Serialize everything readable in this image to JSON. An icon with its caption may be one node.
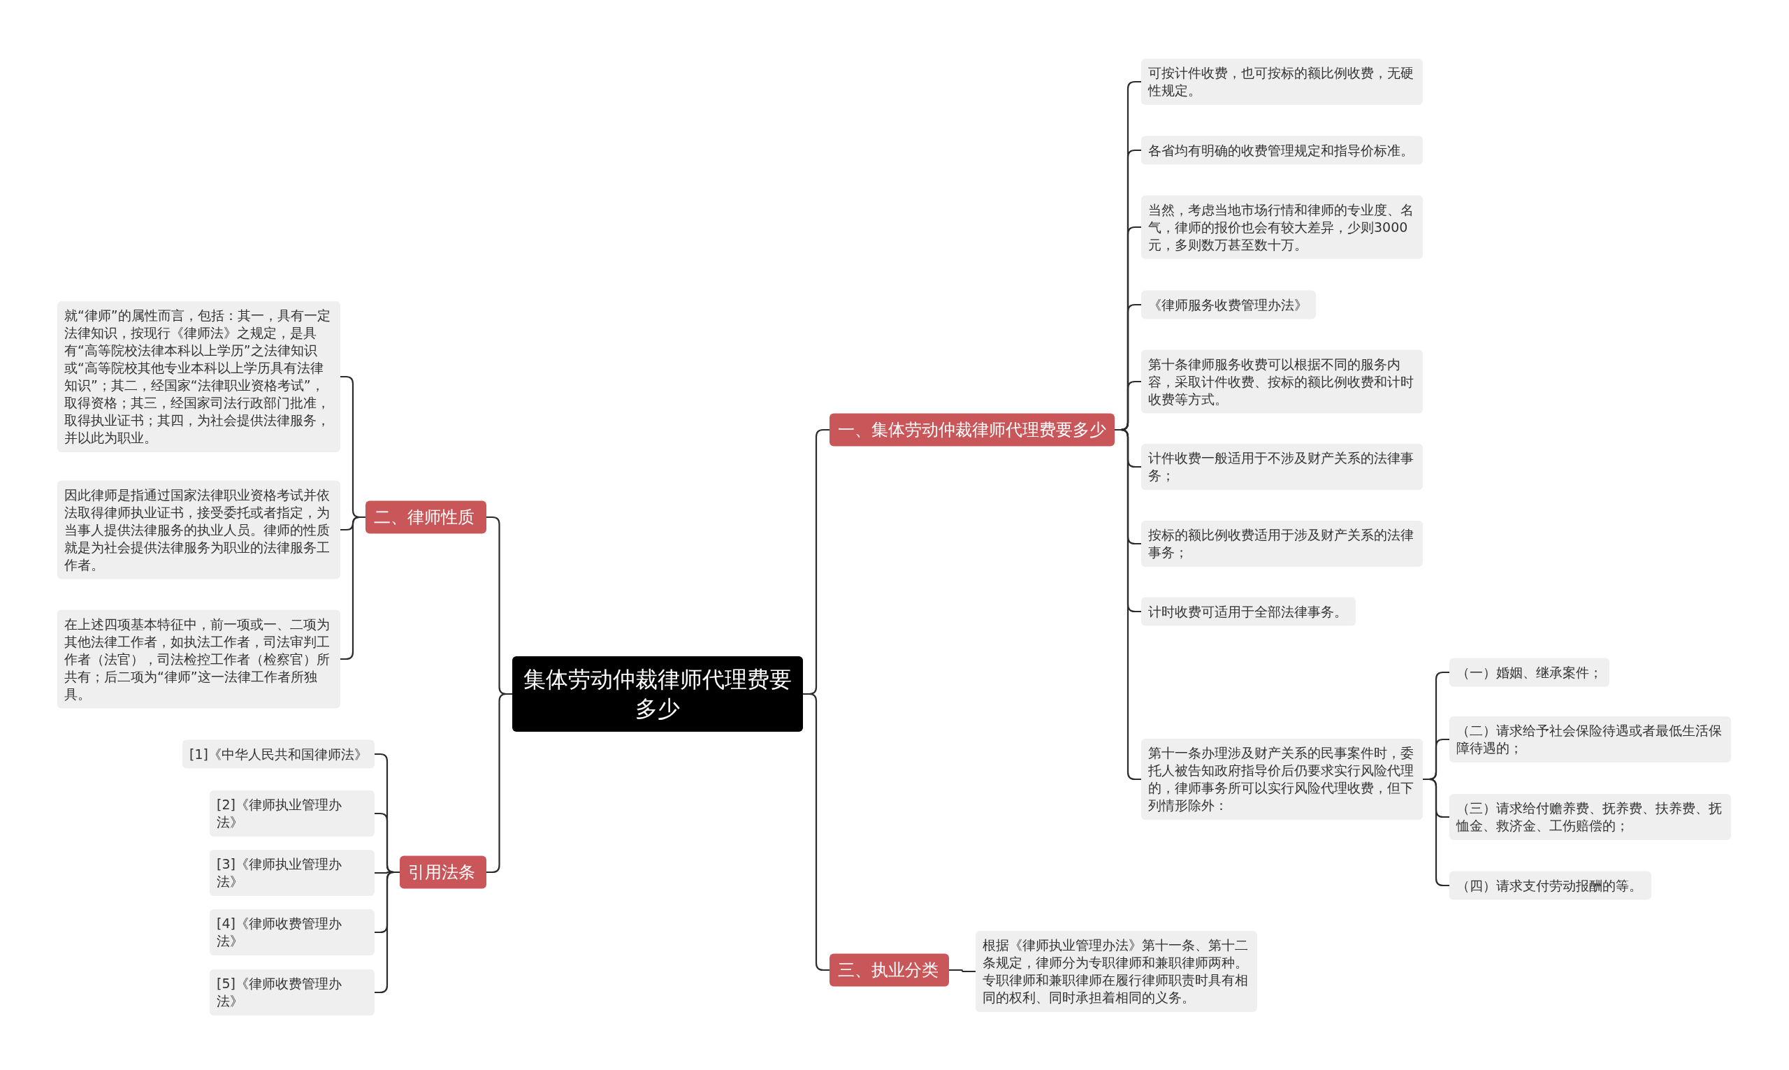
{
  "diagram": {
    "nodes": [
      {
        "text": [
          "集体劳动仲裁律师代理费要多少"
        ]
      },
      {
        "text": [
          "一、集体劳动仲裁律师代理费要多少"
        ]
      },
      {
        "text": [
          "可按计件收费，也可按标的额比例收费，无硬性规定。"
        ]
      },
      {
        "text": [
          "各省均有明确的收费管理规定和指导价标准。"
        ]
      },
      {
        "text": [
          "当然，考虑当地市场行情和律师的专业度、名气，律师的报价也会有较大差异，少则3000元，多则数万甚至数十万。"
        ]
      },
      {
        "text": [
          "《律师服务收费管理办法》"
        ]
      },
      {
        "text": [
          "第十条律师服务收费可以根据不同的服务内容，采取计件收费、按标的额比例收费和计时收费等方式。"
        ]
      },
      {
        "text": [
          "计件收费一般适用于不涉及财产关系的法律事务；"
        ]
      },
      {
        "text": [
          "按标的额比例收费适用于涉及财产关系的法律事务；"
        ]
      },
      {
        "text": [
          "计时收费可适用于全部法律事务。"
        ]
      },
      {
        "text": [
          "第十一条办理涉及财产关系的民事案件时，委托人被告知政府指导价后仍要求实行风险代理的，律师事务所可以实行风险代理收费，但下列情形除外："
        ]
      },
      {
        "text": [
          "（一）婚姻、继承案件；"
        ]
      },
      {
        "text": [
          "（二）请求给予社会保险待遇或者最低生活保障待遇的；"
        ]
      },
      {
        "text": [
          "（三）请求给付赡养费、抚养费、扶养费、抚恤金、救济金、工伤赔偿的；"
        ]
      },
      {
        "text": [
          "（四）请求支付劳动报酬的等。"
        ]
      },
      {
        "text": [
          "三、执业分类"
        ]
      },
      {
        "text": [
          "根据《律师执业管理办法》第十一条、第十二条规定，律师分为专职律师和兼职律师两种。专职律师和兼职律师在履行律师职责时具有相同的权利、同时承担着相同的义务。"
        ]
      },
      {
        "text": [
          "二、律师性质"
        ]
      },
      {
        "text": [
          "就“律师”的属性而言，包括：其一，具有一定法律知识，按现行《律师法》之规定，是具有“高等院校法律本科以上学历”之法律知识或“高等院校其他专业本科以上学历具有法律知识”；其二，经国家“法律职业资格考试”，取得资格；其三，经国家司法行政部门批准，取得执业证书；其四，为社会提供法律服务，并以此为职业。"
        ]
      },
      {
        "text": [
          "因此律师是指通过国家法律职业资格考试并依法取得律师执业证书，接受委托或者指定，为当事人提供法律服务的执业人员。律师的性质就是为社会提供法律服务为职业的法律服务工作者。"
        ]
      },
      {
        "text": [
          "在上述四项基本特征中，前一项或一、二项为其他法律工作者，如执法工作者，司法审判工作者（法官），司法检控工作者（检察官）所共有；后二项为“律师”这一法律工作者所独具。"
        ]
      },
      {
        "text": [
          "引用法条"
        ]
      },
      {
        "text": [
          "[1]《中华人民共和国律师法》"
        ]
      },
      {
        "text": [
          "[2]《律师执业管理办法》"
        ]
      },
      {
        "text": [
          "[3]《律师执业管理办法》"
        ]
      },
      {
        "text": [
          "[4]《律师收费管理办法》"
        ]
      },
      {
        "text": [
          "[5]《律师收费管理办法》"
        ]
      }
    ],
    "edges": [
      {
        "from": 0,
        "to": 1,
        "arrow": "none"
      },
      {
        "from": 0,
        "to": 15,
        "arrow": "none"
      },
      {
        "from": 0,
        "to": 17,
        "arrow": "none"
      },
      {
        "from": 0,
        "to": 21,
        "arrow": "none"
      },
      {
        "from": 1,
        "to": 2,
        "arrow": "none"
      },
      {
        "from": 1,
        "to": 3,
        "arrow": "none"
      },
      {
        "from": 1,
        "to": 4,
        "arrow": "none"
      },
      {
        "from": 1,
        "to": 5,
        "arrow": "none"
      },
      {
        "from": 1,
        "to": 6,
        "arrow": "none"
      },
      {
        "from": 1,
        "to": 7,
        "arrow": "none"
      },
      {
        "from": 1,
        "to": 8,
        "arrow": "none"
      },
      {
        "from": 1,
        "to": 9,
        "arrow": "none"
      },
      {
        "from": 1,
        "to": 10,
        "arrow": "none"
      },
      {
        "from": 10,
        "to": 11,
        "arrow": "none"
      },
      {
        "from": 10,
        "to": 12,
        "arrow": "none"
      },
      {
        "from": 10,
        "to": 13,
        "arrow": "none"
      },
      {
        "from": 10,
        "to": 14,
        "arrow": "none"
      },
      {
        "from": 15,
        "to": 16,
        "arrow": "none"
      },
      {
        "from": 17,
        "to": 18,
        "arrow": "none"
      },
      {
        "from": 17,
        "to": 19,
        "arrow": "none"
      },
      {
        "from": 17,
        "to": 20,
        "arrow": "none"
      },
      {
        "from": 21,
        "to": 22,
        "arrow": "none"
      },
      {
        "from": 21,
        "to": 23,
        "arrow": "none"
      },
      {
        "from": 21,
        "to": 24,
        "arrow": "none"
      },
      {
        "from": 21,
        "to": 25,
        "arrow": "none"
      },
      {
        "from": 21,
        "to": 26,
        "arrow": "none"
      }
    ]
  }
}
